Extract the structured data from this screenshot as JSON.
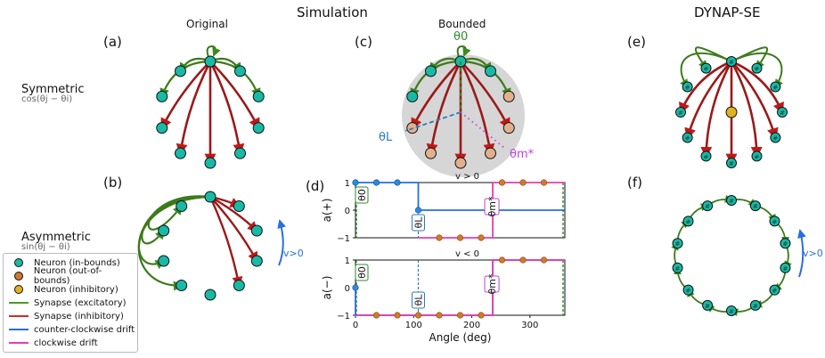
{
  "header": {
    "simulation": "Simulation",
    "original": "Original",
    "bounded": "Bounded",
    "dynap": "DYNAP-SE"
  },
  "panels": {
    "a": "(a)",
    "b": "(b)",
    "c": "(c)",
    "d": "(d)",
    "e": "(e)",
    "f": "(f)"
  },
  "rows": {
    "symmetric": "Symmetric",
    "symmetric_formula": "cos(θj − θi)",
    "asymmetric": "Asymmetric",
    "asymmetric_formula": "sin(θj − θi)"
  },
  "annotations": {
    "theta0": "θ0",
    "thetaL": "θL",
    "thetam": "θm*",
    "vpos": "v>0"
  },
  "legend": [
    {
      "label": "Neuron (in-bounds)",
      "kind": "dot",
      "color": "#18b9a5"
    },
    {
      "label": "Neuron (out-of-bounds)",
      "kind": "dot",
      "color": "#cc7a2c"
    },
    {
      "label": "Neuron (inhibitory)",
      "kind": "dot",
      "color": "#e0b21e"
    },
    {
      "label": "Synapse (excitatory)",
      "kind": "line",
      "color": "#4a9a1e"
    },
    {
      "label": "Synapse (inhibitory)",
      "kind": "line",
      "color": "#d12a2a"
    },
    {
      "label": "counter-clockwise drift",
      "kind": "line",
      "color": "#2a6de0"
    },
    {
      "label": "clockwise drift",
      "kind": "line",
      "color": "#e83bb2"
    }
  ],
  "colors": {
    "neuron": "#18b9a5",
    "oob": "#e3b08e",
    "inhib": "#e0b21e",
    "exc": "#3d7a1c",
    "inh": "#9a1a1a",
    "ccw": "#2a6de0",
    "cw": "#e83bb2",
    "theta0": "#2e8b2e",
    "thetaL": "#2b7bb9",
    "thetam": "#c040e0"
  },
  "chart_data": [
    {
      "type": "line",
      "title": "v > 0",
      "ylabel": "a(+)",
      "xlim": [
        0,
        360
      ],
      "ylim": [
        -1,
        1
      ],
      "yticks": [
        "1",
        "0",
        "−1"
      ],
      "series": [
        {
          "color": "ccw",
          "x": [
            0,
            108,
            108,
            360
          ],
          "y": [
            1,
            1,
            0,
            0
          ]
        },
        {
          "color": "cw",
          "x": [
            108,
            236,
            236,
            360
          ],
          "y": [
            -1,
            -1,
            1,
            1
          ]
        }
      ],
      "markers_blue": {
        "x": [
          0,
          36,
          72,
          108
        ],
        "y": [
          1,
          1,
          1,
          0
        ]
      },
      "markers_orange": {
        "x": [
          144,
          180,
          216,
          252,
          288,
          324
        ],
        "y": [
          -1,
          -1,
          -1,
          1,
          1,
          1
        ]
      },
      "vlines": {
        "theta0": 0,
        "thetaL": 108,
        "thetam": 236
      },
      "labels": {
        "theta0": "θ0",
        "thetaL": "θL",
        "thetam": "θm*"
      }
    },
    {
      "type": "line",
      "title": "v < 0",
      "ylabel": "a(−)",
      "xlabel": "Angle (deg)",
      "xlim": [
        0,
        360
      ],
      "ylim": [
        -1,
        1
      ],
      "yticks": [
        "1",
        "0",
        "−1"
      ],
      "xticks": [
        "0",
        "100",
        "200",
        "300"
      ],
      "series": [
        {
          "color": "ccw",
          "x": [
            0,
            0,
            236,
            236,
            360
          ],
          "y": [
            0,
            -1,
            -1,
            1,
            1
          ]
        },
        {
          "color": "cw",
          "x": [
            0,
            236,
            236,
            360
          ],
          "y": [
            -1,
            -1,
            1,
            1
          ]
        }
      ],
      "markers_blue": {
        "x": [
          0
        ],
        "y": [
          0
        ]
      },
      "markers_orange": {
        "x": [
          36,
          72,
          108,
          144,
          180,
          216,
          252,
          288,
          324
        ],
        "y": [
          -1,
          -1,
          -1,
          -1,
          -1,
          -1,
          1,
          1,
          1
        ]
      },
      "vlines": {
        "theta0": 0,
        "thetaL": 108,
        "thetam": 236
      },
      "labels": {
        "theta0": "θ0",
        "thetaL": "θL",
        "thetam": "θm*"
      }
    }
  ]
}
